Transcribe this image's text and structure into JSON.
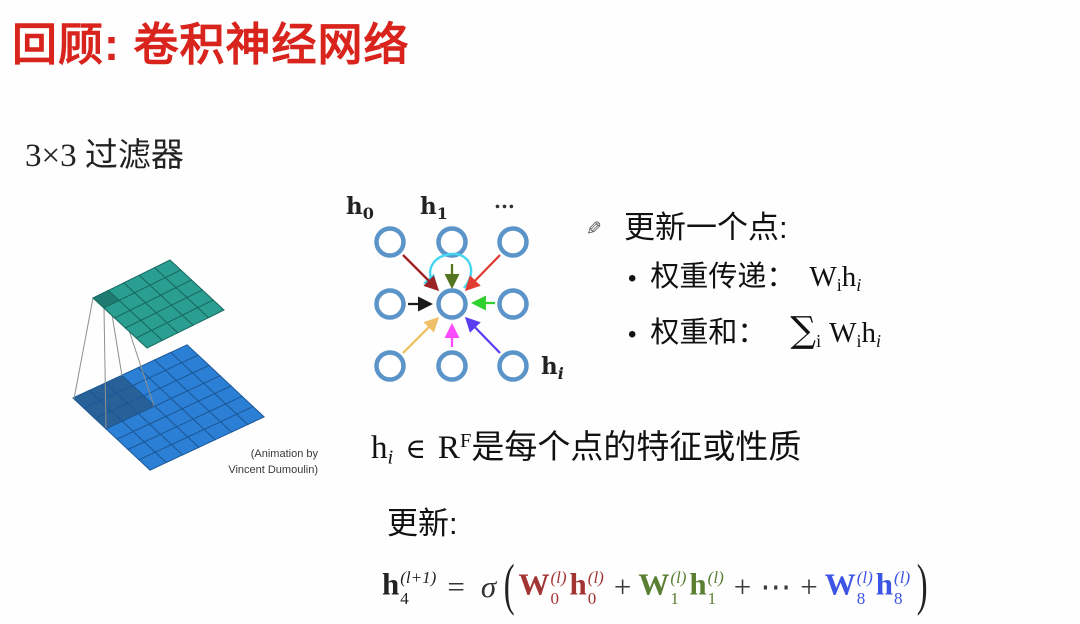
{
  "title": "回顾: 卷积神经网络",
  "filter_label": "3×3 过滤器",
  "conv_figure": {
    "top_grid": {
      "rows": 5,
      "cols": 5,
      "fill": "#2a9e90",
      "dark_fill": "#1f7b72",
      "line": "#176b61"
    },
    "bottom_grid": {
      "rows": 7,
      "cols": 7,
      "fill": "#2b80d6",
      "dark_fill": "#276197",
      "line": "#1c5898"
    },
    "attribution_line1": "(Animation by",
    "attribution_line2": "Vincent Dumoulin)"
  },
  "node_diagram": {
    "label_h0": {
      "base": "h",
      "sub": "0"
    },
    "label_h1": {
      "base": "h",
      "sub": "1"
    },
    "label_dots": "...",
    "label_hi": {
      "base": "h",
      "sub": "i"
    },
    "node_stroke": "#5b94c8",
    "arrow_colors": {
      "top_left": "#9b2226",
      "top_middle": "#55741f",
      "top_right": "#e03c31",
      "middle_left": "#1a1a1a",
      "middle_right": "#2fd12f",
      "bottom_left": "#eec169",
      "bottom_middle": "#ff4bff",
      "bottom_right": "#5a3df0",
      "self_loop": "#45d6ef"
    }
  },
  "notes": {
    "pencil_icon": "✎",
    "heading": "更新一个点:",
    "bullet1": {
      "dot": "•",
      "label": "权重传递：",
      "math": [
        "W",
        "i",
        "h",
        "i"
      ]
    },
    "bullet2": {
      "dot": "•",
      "label": "权重和：",
      "sum": "∑",
      "sum_sub": "i",
      "math": [
        "W",
        "i",
        "h",
        "i"
      ]
    }
  },
  "feature_line": {
    "h": "h",
    "h_sub": "i",
    "element_of": "∈",
    "R": "R",
    "R_sup": "F",
    "text": "是每个点的特征或性质"
  },
  "update_label": "更新:",
  "formula": {
    "lhs_base": "h",
    "lhs_sub": "4",
    "lhs_sup": "(l+1)",
    "equals": "=",
    "sigma": "σ",
    "open_paren": "(",
    "term1": {
      "W": "W",
      "Wsub": "0",
      "Wsup": "(l)",
      "h": "h",
      "hsub": "0",
      "hsup": "(l)"
    },
    "plus1": "+",
    "term2": {
      "W": "W",
      "Wsub": "1",
      "Wsup": "(l)",
      "h": "h",
      "hsub": "1",
      "hsup": "(l)"
    },
    "plus2": "+",
    "cdots": "⋯",
    "plus3": "+",
    "term3": {
      "W": "W",
      "Wsub": "8",
      "Wsup": "(l)",
      "h": "h",
      "hsub": "8",
      "hsup": "(l)"
    },
    "close_paren": ")"
  },
  "colors": {
    "title_red": "#d8241c",
    "formula_term1_red": "#a33434",
    "formula_term2_green": "#5a7f33",
    "formula_term3_blue": "#3d55e4"
  }
}
